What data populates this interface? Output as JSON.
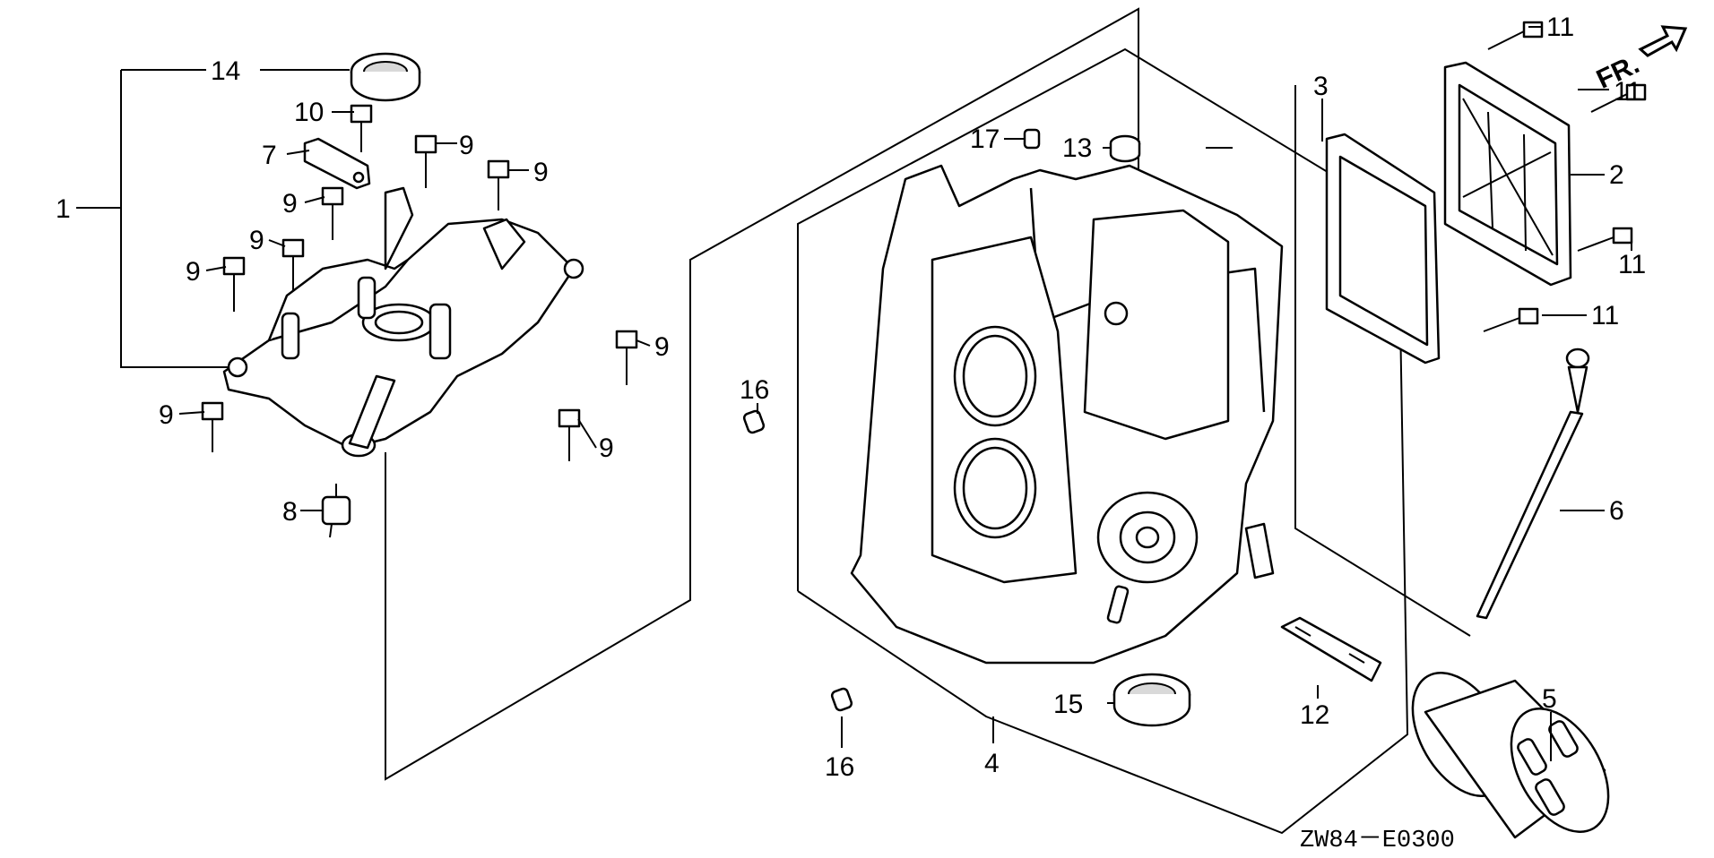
{
  "diagram": {
    "figure_code": "ZW84－E0300",
    "direction_label": "FR.",
    "callouts": {
      "c1": "1",
      "c2": "2",
      "c3": "3",
      "c4": "4",
      "c5": "5",
      "c6": "6",
      "c7": "7",
      "c8": "8",
      "c9a": "9",
      "c9b": "9",
      "c9c": "9",
      "c9d": "9",
      "c9e": "9",
      "c9f": "9",
      "c9g": "9",
      "c9h": "9",
      "c10": "10",
      "c11a": "11",
      "c11b": "11",
      "c11c": "11",
      "c11d": "11",
      "c12": "12",
      "c13": "13",
      "c14": "14",
      "c15": "15",
      "c16a": "16",
      "c16b": "16",
      "c17": "17"
    }
  }
}
